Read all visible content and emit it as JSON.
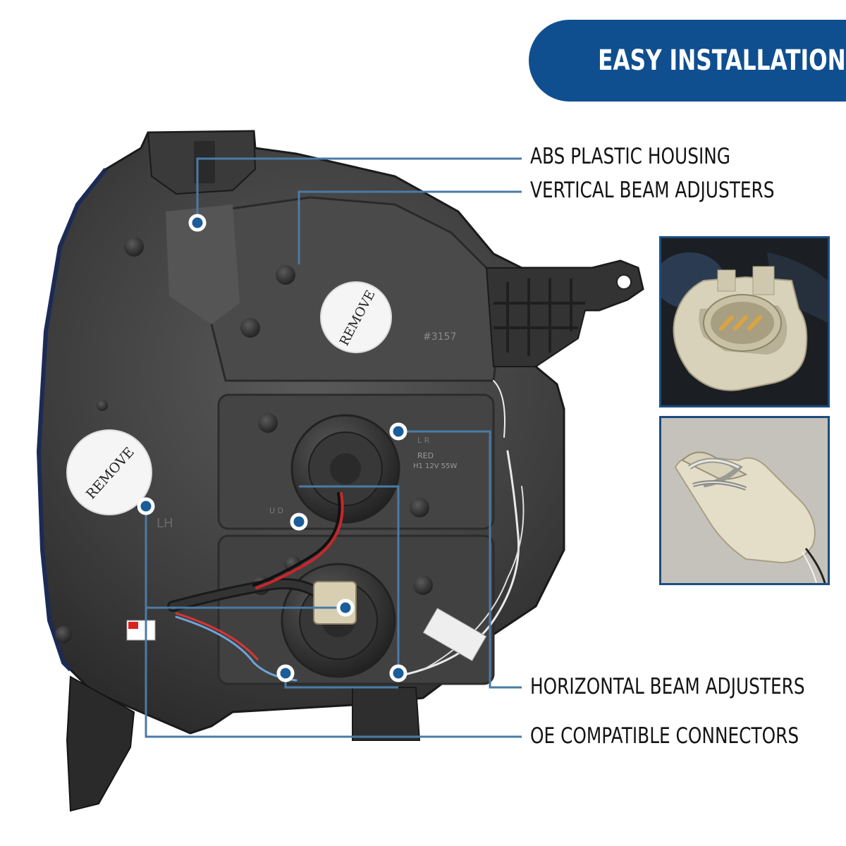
{
  "banner": {
    "title": "EASY INSTALLATION"
  },
  "callouts": [
    {
      "id": "housing",
      "label": "ABS PLASTIC HOUSING"
    },
    {
      "id": "vertical",
      "label": "VERTICAL BEAM ADJUSTERS"
    },
    {
      "id": "horizontal",
      "label": "HORIZONTAL BEAM ADJUSTERS"
    },
    {
      "id": "connectors",
      "label": "OE COMPATIBLE CONNECTORS"
    }
  ],
  "stickers": [
    {
      "text": "REMOVE"
    },
    {
      "text": "REMOVE"
    }
  ],
  "part_marks": {
    "bulb_code": "#3157",
    "high_beam": "RED",
    "high_beam_spec": "H1 12V 55W",
    "side": "LH",
    "adjust_ud": "U D",
    "adjust_lr": "L R"
  },
  "colors": {
    "accent": "#0f4f8f",
    "callout_line": "#4a7ba6",
    "callout_dot": "#1a5d99",
    "housing": "#3b3b3b"
  },
  "icons": [
    "connector-photo",
    "bulb-socket-photo"
  ]
}
